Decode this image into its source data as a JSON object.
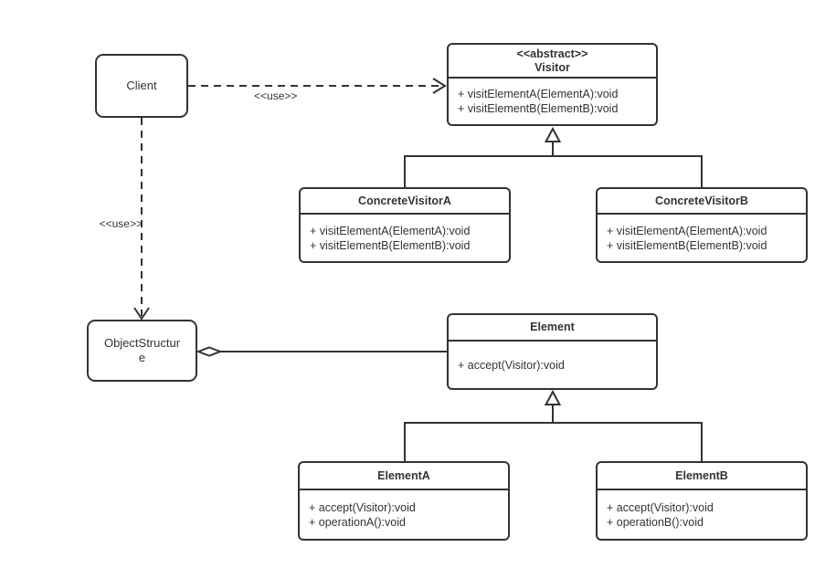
{
  "diagram": {
    "background": "#ffffff",
    "line_color": "#333333",
    "text_color": "#333333"
  },
  "classes": {
    "client": {
      "name": "Client"
    },
    "visitor": {
      "stereotype": "<<abstract>>",
      "name": "Visitor",
      "methods": [
        "+ visitElementA(ElementA):void",
        "+ visitElementB(ElementB):void"
      ]
    },
    "concrete_visitor_a": {
      "name": "ConcreteVisitorA",
      "methods": [
        "+ visitElementA(ElementA):void",
        "+ visitElementB(ElementB):void"
      ]
    },
    "concrete_visitor_b": {
      "name": "ConcreteVisitorB",
      "methods": [
        "+ visitElementA(ElementA):void",
        "+ visitElementB(ElementB):void"
      ]
    },
    "object_structure": {
      "name": "ObjectStructure"
    },
    "element": {
      "name": "Element",
      "methods": [
        "+ accept(Visitor):void"
      ]
    },
    "element_a": {
      "name": "ElementA",
      "methods": [
        "+ accept(Visitor):void",
        "+ operationA():void"
      ]
    },
    "element_b": {
      "name": "ElementB",
      "methods": [
        "+ accept(Visitor):void",
        "+ operationB():void"
      ]
    }
  },
  "relationships": [
    {
      "from": "Client",
      "to": "Visitor",
      "type": "dependency",
      "label": "<<use>>"
    },
    {
      "from": "Client",
      "to": "ObjectStructure",
      "type": "dependency",
      "label": "<<use>>"
    },
    {
      "from": "ConcreteVisitorA",
      "to": "Visitor",
      "type": "generalization",
      "label": ""
    },
    {
      "from": "ConcreteVisitorB",
      "to": "Visitor",
      "type": "generalization",
      "label": ""
    },
    {
      "from": "ObjectStructure",
      "to": "Element",
      "type": "aggregation",
      "label": ""
    },
    {
      "from": "ElementA",
      "to": "Element",
      "type": "generalization",
      "label": ""
    },
    {
      "from": "ElementB",
      "to": "Element",
      "type": "generalization",
      "label": ""
    }
  ]
}
